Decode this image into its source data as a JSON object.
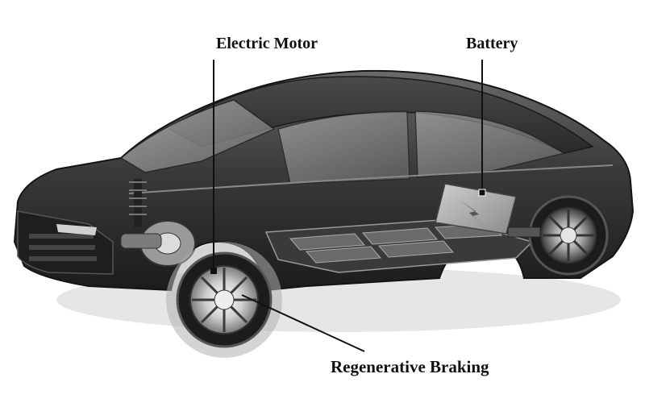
{
  "labels": {
    "electric_motor": "Electric Motor",
    "battery": "Battery",
    "regenerative_braking": "Regenerative Braking"
  },
  "colors": {
    "background": "#ffffff",
    "body_dark": "#2b2b2b",
    "body_mid": "#5a5a5a",
    "glass": "#9a9a9a",
    "highlight": "#d9d9d9",
    "label_text": "#111111"
  }
}
